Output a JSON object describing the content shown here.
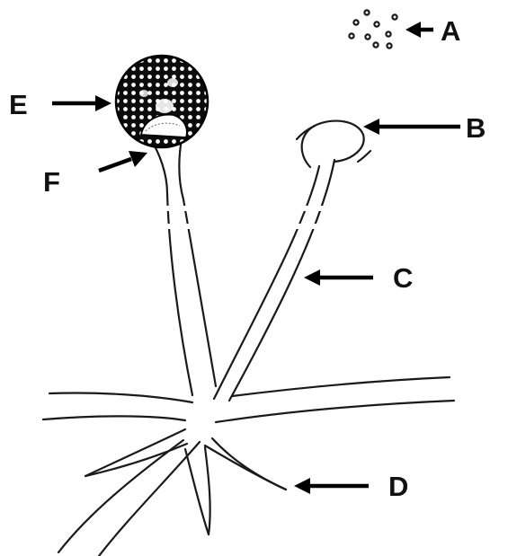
{
  "diagram": {
    "labels": {
      "a": "A",
      "b": "B",
      "c": "C",
      "d": "D",
      "e": "E",
      "f": "F"
    },
    "colors": {
      "ink": "#1a1a1a",
      "background": "#ffffff"
    }
  }
}
